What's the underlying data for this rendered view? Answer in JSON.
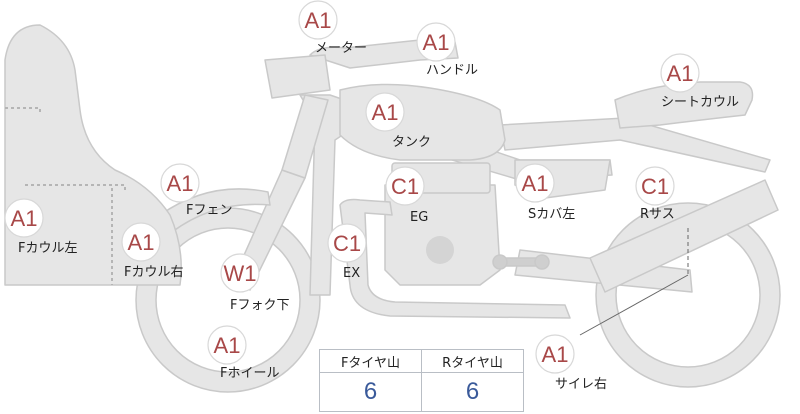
{
  "parts": [
    {
      "id": "meter",
      "grade": "A1",
      "label": "メーター"
    },
    {
      "id": "handle",
      "grade": "A1",
      "label": "ハンドル"
    },
    {
      "id": "seat-cowl",
      "grade": "A1",
      "label": "シートカウル"
    },
    {
      "id": "tank",
      "grade": "A1",
      "label": "タンク"
    },
    {
      "id": "f-fender",
      "grade": "A1",
      "label": "Fフェン"
    },
    {
      "id": "engine",
      "grade": "C1",
      "label": "EG"
    },
    {
      "id": "s-cover-left",
      "grade": "A1",
      "label": "Sカバ左"
    },
    {
      "id": "r-suspension",
      "grade": "C1",
      "label": "Rサス"
    },
    {
      "id": "f-cowl-left",
      "grade": "A1",
      "label": "Fカウル左"
    },
    {
      "id": "f-cowl-right",
      "grade": "A1",
      "label": "Fカウル右"
    },
    {
      "id": "exhaust",
      "grade": "C1",
      "label": "EX"
    },
    {
      "id": "f-fork-lower",
      "grade": "W1",
      "label": "Fフォク下"
    },
    {
      "id": "f-wheel",
      "grade": "A1",
      "label": "Fホイール"
    },
    {
      "id": "silencer-right",
      "grade": "A1",
      "label": "サイレ右"
    }
  ],
  "tire_table": {
    "headers": [
      "Fタイヤ山",
      "Rタイヤ山"
    ],
    "values": [
      "6",
      "6"
    ]
  },
  "colors": {
    "body_fill": "#e6e6e6",
    "body_stroke": "#c8c8c8",
    "grade": "#a84848",
    "value": "#3a5a9a"
  }
}
